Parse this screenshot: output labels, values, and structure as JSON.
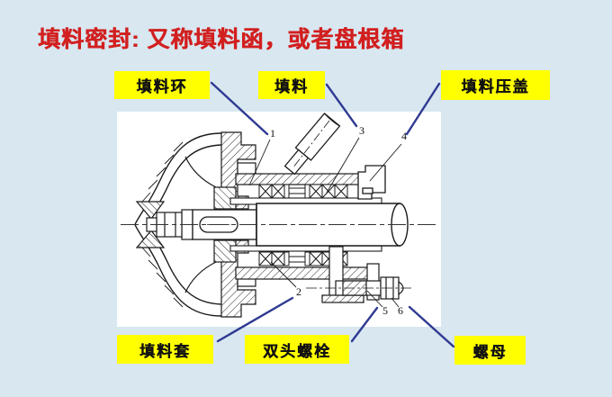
{
  "title": "填料密封: 又称填料函，或者盘根箱",
  "colors": {
    "background": "#d8e7f0",
    "title_red": "#d21f1f",
    "label_yellow": "#ffff00",
    "leader_blue": "#2f3a92",
    "line_black": "#1a1a1a",
    "panel_white": "#ffffff"
  },
  "labels": {
    "packing_ring": "填料环",
    "packing": "填料",
    "packing_gland": "填料压盖",
    "packing_sleeve": "填料套",
    "stud_bolt": "双头螺栓",
    "nut": "螺母"
  },
  "part_numbers": {
    "n1": "1",
    "n2": "2",
    "n3": "3",
    "n4": "4",
    "n5": "5",
    "n6": "6"
  }
}
